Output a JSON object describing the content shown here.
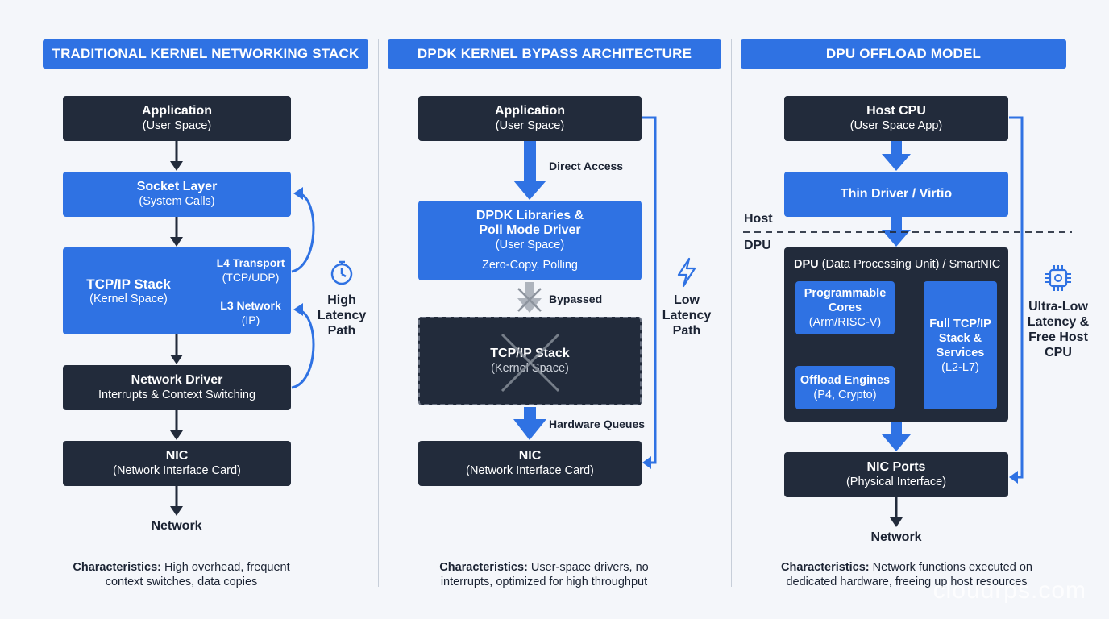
{
  "headers": {
    "col1": "TRADITIONAL KERNEL NETWORKING STACK",
    "col2": "DPDK KERNEL BYPASS ARCHITECTURE",
    "col3": "DPU OFFLOAD MODEL"
  },
  "col1": {
    "app_title": "Application",
    "app_sub": "(User Space)",
    "socket_title": "Socket Layer",
    "socket_sub": "(System Calls)",
    "tcp_title": "TCP/IP Stack",
    "tcp_sub": "(Kernel Space)",
    "l4_title": "L4 Transport",
    "l4_sub": "(TCP/UDP)",
    "l3_title": "L3 Network",
    "l3_sub": "(IP)",
    "driver_title": "Network Driver",
    "driver_sub": "Interrupts & Context Switching",
    "nic_title": "NIC",
    "nic_sub": "(Network Interface Card)",
    "network": "Network",
    "side_label": [
      "High",
      "Latency",
      "Path"
    ],
    "char_bold": "Characteristics:",
    "char_text1": " High overhead, frequent",
    "char_text2": "context switches, data copies"
  },
  "col2": {
    "app_title": "Application",
    "app_sub": "(User Space)",
    "direct_access": "Direct Access",
    "dpdk_title1": "DPDK Libraries &",
    "dpdk_title2": "Poll Mode Driver",
    "dpdk_sub": "(User Space)",
    "dpdk_extra": "Zero-Copy, Polling",
    "bypassed": "Bypassed",
    "tcp_title": "TCP/IP Stack",
    "tcp_sub": "(Kernel Space)",
    "hw_queues": "Hardware Queues",
    "nic_title": "NIC",
    "nic_sub": "(Network Interface Card)",
    "side_label": [
      "Low",
      "Latency",
      "Path"
    ],
    "char_bold": "Characteristics:",
    "char_text1": " User-space drivers, no",
    "char_text2": "interrupts, optimized for high throughput"
  },
  "col3": {
    "host_title": "Host CPU",
    "host_sub": "(User Space App)",
    "thin_driver": "Thin Driver / Virtio",
    "host_label": "Host",
    "dpu_label": "DPU",
    "dpu_title_bold": "DPU",
    "dpu_title_rest": " (Data Processing Unit) / SmartNIC",
    "prog_title1": "Programmable",
    "prog_title2": "Cores",
    "prog_sub": "(Arm/RISC-V)",
    "offload_title": "Offload Engines",
    "offload_sub": "(P4, Crypto)",
    "full_title1": "Full TCP/IP",
    "full_title2": "Stack &",
    "full_title3": "Services",
    "full_sub": "(L2-L7)",
    "nic_title": "NIC Ports",
    "nic_sub": "(Physical Interface)",
    "network": "Network",
    "side_label": [
      "Ultra-Low",
      "Latency &",
      "Free Host",
      "CPU"
    ],
    "char_bold": "Characteristics:",
    "char_text1": " Network functions executed on",
    "char_text2": "dedicated hardware, freeing up host resources"
  },
  "watermark": "cloudrps.com",
  "colors": {
    "accent": "#2f72e3",
    "dark": "#222b3b",
    "text": "#1b2333"
  },
  "icons": [
    "stopwatch-icon",
    "lightning-icon",
    "chip-icon"
  ]
}
